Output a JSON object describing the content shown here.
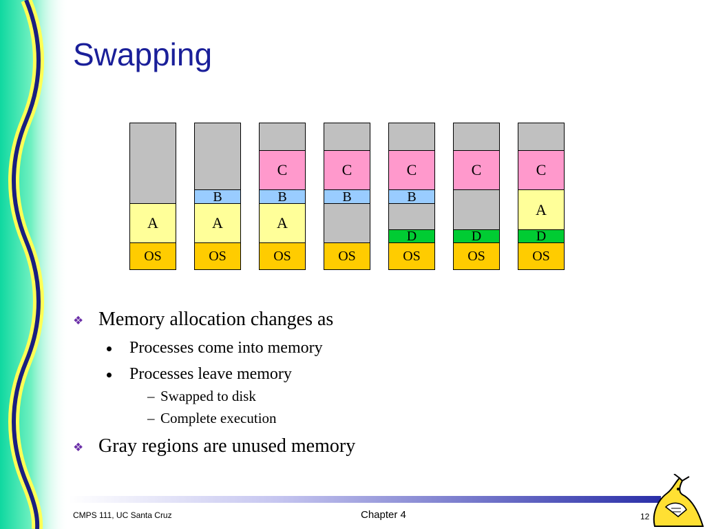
{
  "title": "Swapping",
  "diagram": {
    "columns": [
      [
        {
          "label": "",
          "type": "gray",
          "span": 6
        },
        {
          "label": "A",
          "type": "A",
          "span": 3
        },
        {
          "label": "OS",
          "type": "OS",
          "span": 2
        }
      ],
      [
        {
          "label": "",
          "type": "gray",
          "span": 5
        },
        {
          "label": "B",
          "type": "B",
          "span": 1
        },
        {
          "label": "A",
          "type": "A",
          "span": 3
        },
        {
          "label": "OS",
          "type": "OS",
          "span": 2
        }
      ],
      [
        {
          "label": "",
          "type": "gray",
          "span": 2
        },
        {
          "label": "C",
          "type": "C",
          "span": 3
        },
        {
          "label": "B",
          "type": "B",
          "span": 1
        },
        {
          "label": "A",
          "type": "A",
          "span": 3
        },
        {
          "label": "OS",
          "type": "OS",
          "span": 2
        }
      ],
      [
        {
          "label": "",
          "type": "gray",
          "span": 2
        },
        {
          "label": "C",
          "type": "C",
          "span": 3
        },
        {
          "label": "B",
          "type": "B",
          "span": 1
        },
        {
          "label": "",
          "type": "gray",
          "span": 3
        },
        {
          "label": "OS",
          "type": "OS",
          "span": 2
        }
      ],
      [
        {
          "label": "",
          "type": "gray",
          "span": 2
        },
        {
          "label": "C",
          "type": "C",
          "span": 3
        },
        {
          "label": "B",
          "type": "B",
          "span": 1
        },
        {
          "label": "",
          "type": "gray",
          "span": 2
        },
        {
          "label": "D",
          "type": "D",
          "span": 1
        },
        {
          "label": "OS",
          "type": "OS",
          "span": 2
        }
      ],
      [
        {
          "label": "",
          "type": "gray",
          "span": 2
        },
        {
          "label": "C",
          "type": "C",
          "span": 3
        },
        {
          "label": "",
          "type": "gray",
          "span": 3
        },
        {
          "label": "D",
          "type": "D",
          "span": 1
        },
        {
          "label": "OS",
          "type": "OS",
          "span": 2
        }
      ],
      [
        {
          "label": "",
          "type": "gray",
          "span": 2
        },
        {
          "label": "C",
          "type": "C",
          "span": 3
        },
        {
          "label": "A",
          "type": "A",
          "span": 3
        },
        {
          "label": "D",
          "type": "D",
          "span": 1
        },
        {
          "label": "OS",
          "type": "OS",
          "span": 2
        }
      ]
    ]
  },
  "bullets": {
    "b1": "Memory allocation changes as",
    "b1_1": "Processes come into memory",
    "b1_2": "Processes leave memory",
    "b1_2_1": "Swapped to disk",
    "b1_2_2": "Complete execution",
    "b2": "Gray regions are unused memory"
  },
  "footer": {
    "left": "CMPS 111, UC Santa Cruz",
    "center": "Chapter 4",
    "page": "12"
  }
}
